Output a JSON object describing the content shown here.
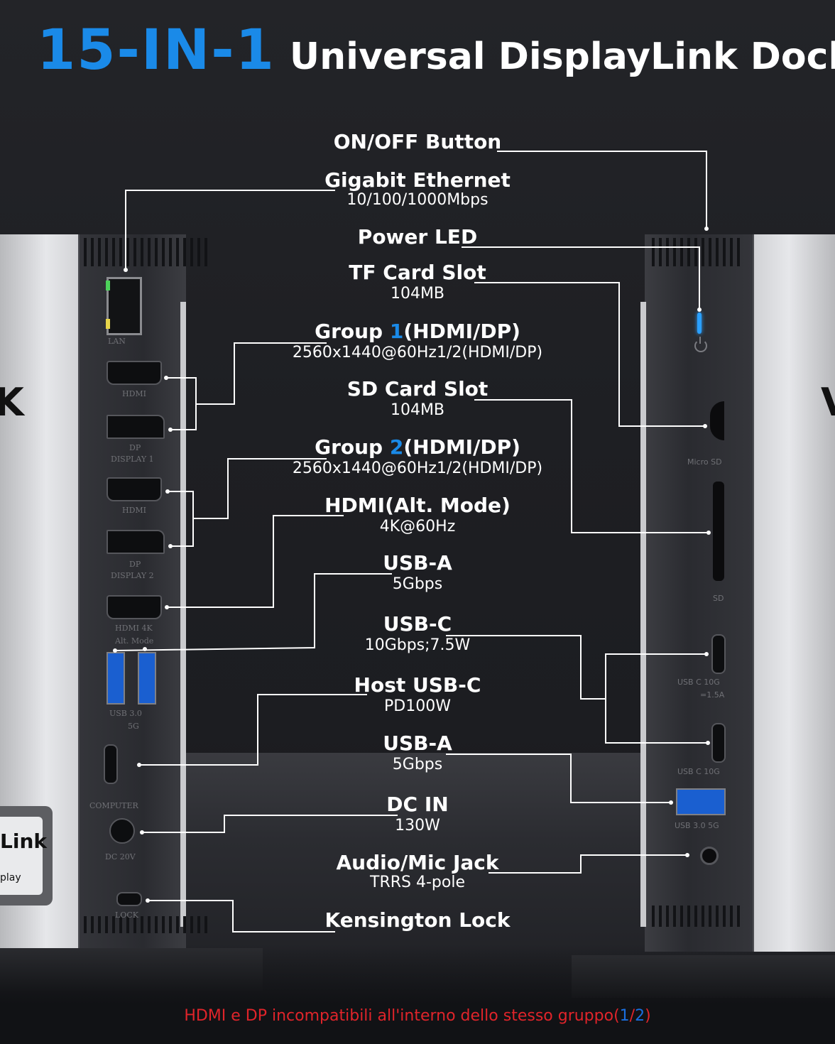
{
  "header": {
    "title_big": "15-IN-1",
    "title_sub": "Universal DisplayLink Dock"
  },
  "labels": [
    {
      "id": "on-off",
      "title": "ON/OFF Button",
      "sub": ""
    },
    {
      "id": "ethernet",
      "title": "Gigabit Ethernet",
      "sub": "10/100/1000Mbps"
    },
    {
      "id": "power-led",
      "title": "Power LED",
      "sub": ""
    },
    {
      "id": "tf-card",
      "title": "TF Card Slot",
      "sub": "104MB"
    },
    {
      "id": "group1",
      "title_pre": "Group ",
      "title_num": "1",
      "title_post": "(HDMI/DP)",
      "sub": "2560x1440@60Hz1/2(HDMI/DP)"
    },
    {
      "id": "sd-card",
      "title": "SD Card Slot",
      "sub": "104MB"
    },
    {
      "id": "group2",
      "title_pre": "Group ",
      "title_num": "2",
      "title_post": "(HDMI/DP)",
      "sub": "2560x1440@60Hz1/2(HDMI/DP)"
    },
    {
      "id": "hdmi-alt",
      "title": "HDMI(Alt. Mode)",
      "sub": "4K@60Hz"
    },
    {
      "id": "usb-a-left",
      "title": "USB-A",
      "sub": "5Gbps"
    },
    {
      "id": "usb-c",
      "title": "USB-C",
      "sub": "10Gbps;7.5W"
    },
    {
      "id": "host-usb-c",
      "title": "Host USB-C",
      "sub": "PD100W"
    },
    {
      "id": "usb-a-right",
      "title": "USB-A",
      "sub": "5Gbps"
    },
    {
      "id": "dc-in",
      "title": "DC IN",
      "sub": "130W"
    },
    {
      "id": "audio",
      "title": "Audio/Mic Jack",
      "sub": "TRRS 4-pole"
    },
    {
      "id": "kensington",
      "title": "Kensington Lock",
      "sub": ""
    }
  ],
  "device_marks": {
    "left": [
      "LAN",
      "HDMI",
      "DP",
      "DISPLAY 1",
      "HDMI",
      "DP",
      "DISPLAY 2",
      "HDMI 4K",
      "Alt. Mode",
      "USB 3.0",
      "5G",
      "COMPUTER",
      "DC 20V",
      "LOCK"
    ],
    "right": [
      "Micro SD",
      "SD",
      "USB C 10G",
      "=1.5A",
      "USB C 10G",
      "USB 3.0 5G"
    ],
    "badge": "Link",
    "badge_sub": "play"
  },
  "footer": {
    "pre": "HDMI e DP incompatibili all'interno dello stesso gruppo(",
    "n1": "1",
    "slash": "/",
    "n2": "2",
    "post": ")"
  },
  "colors": {
    "accent_blue": "#1a8ae8",
    "footer_red": "#e0242a",
    "background": "#1f2024"
  }
}
